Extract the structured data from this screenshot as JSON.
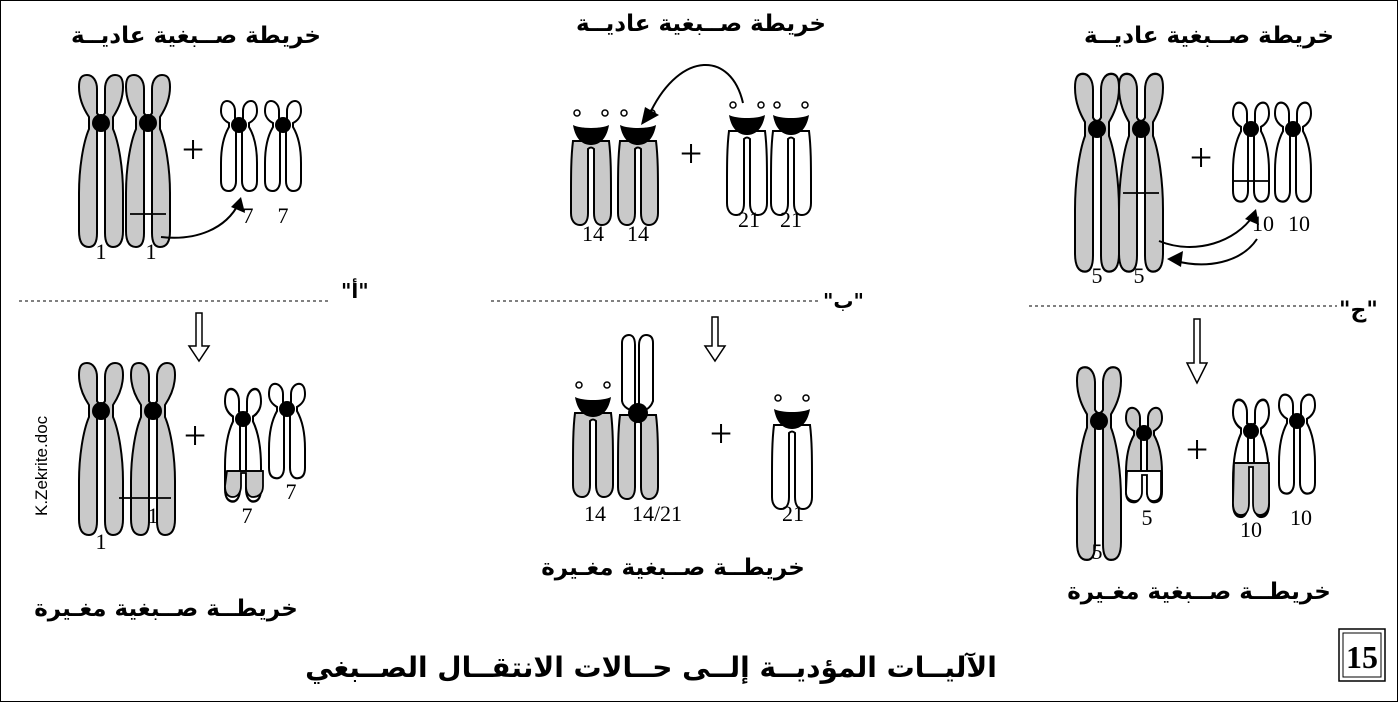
{
  "panels": [
    {
      "id": "a",
      "top_label": "خريطة صــبغية عاديــة",
      "top_numbers": [
        "1",
        "1",
        "7",
        "7"
      ],
      "letter": "\"أ\"",
      "bottom_numbers": [
        "1",
        "1",
        "7",
        "7"
      ],
      "bottom_label": "خريطــة صــبغية مغـيرة"
    },
    {
      "id": "b",
      "top_label": "خريطة صــبغية عاديــة",
      "top_numbers": [
        "14",
        "14",
        "21",
        "21"
      ],
      "letter": "\"ب\"",
      "bottom_numbers": [
        "14",
        "14/21",
        "21"
      ],
      "bottom_label": "خريطــة صــبغية مغـيرة"
    },
    {
      "id": "c",
      "top_label": "خريطة صــبغية عاديــة",
      "top_numbers": [
        "5",
        "5",
        "10",
        "10"
      ],
      "letter": "\"ج\"",
      "bottom_numbers": [
        "5",
        "5",
        "10",
        "10"
      ],
      "bottom_label": "خريطــة صــبغية مغـيرة"
    }
  ],
  "plus_sign": "+",
  "watermark": "K.Zekrite.doc",
  "figure_number": "15",
  "caption": "الآليــات المؤديــة إلــى حــالات الانتقــال الصــبغي"
}
